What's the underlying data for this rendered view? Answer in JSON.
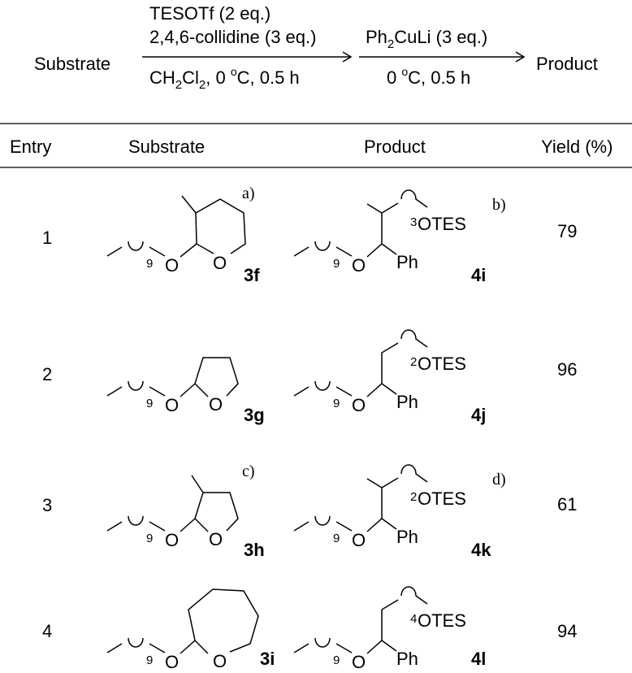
{
  "scheme": {
    "substrate_label": "Substrate",
    "product_label": "Product",
    "step1": {
      "reagent_a": "TESOTf (2 eq.)",
      "reagent_b": "2,4,6-collidine (3 eq.)",
      "cond_prefix": "CH",
      "cond_sub": "2",
      "cond_cl": "Cl",
      "cond_sub2": "2",
      "cond_rest": ", 0 ",
      "cond_deg": "o",
      "cond_tail": "C, 0.5 h"
    },
    "step2": {
      "reagent_a": "Ph",
      "reagent_sub": "2",
      "reagent_b": "CuLi (3 eq.)",
      "cond_a": "0 ",
      "cond_deg": "o",
      "cond_tail": "C, 0.5 h"
    }
  },
  "table": {
    "headers": [
      "Entry",
      "Substrate",
      "Product",
      "Yield (%)"
    ],
    "rows": [
      {
        "entry": "1",
        "yield": "79",
        "sub_id": "3f",
        "prod_id": "4i",
        "sub_note": "a)",
        "prod_note": "b)",
        "chain_n": "3"
      },
      {
        "entry": "2",
        "yield": "96",
        "sub_id": "3g",
        "prod_id": "4j",
        "sub_note": "",
        "prod_note": "",
        "chain_n": "2"
      },
      {
        "entry": "3",
        "yield": "61",
        "sub_id": "3h",
        "prod_id": "4k",
        "sub_note": "c)",
        "prod_note": "d)",
        "chain_n": "2"
      },
      {
        "entry": "4",
        "yield": "94",
        "sub_id": "3i",
        "prod_id": "4l",
        "sub_note": "",
        "prod_note": "",
        "chain_n": "4"
      }
    ]
  },
  "atoms": {
    "o": "O",
    "ph": "Ph",
    "otes": "OTES",
    "nine": "9"
  }
}
